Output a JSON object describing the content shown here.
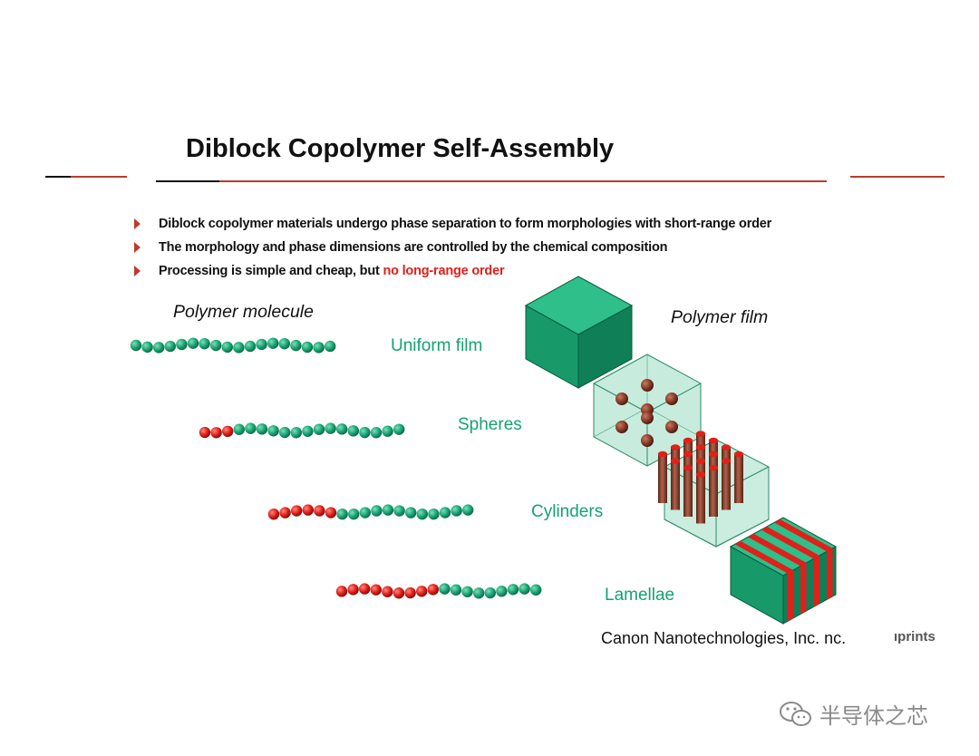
{
  "slide": {
    "title": "Diblock Copolymer Self-Assembly",
    "bullets": [
      {
        "text": "Diblock copolymer materials undergo phase separation to form morphologies with short-range order",
        "highlight": ""
      },
      {
        "text": "The morphology and phase dimensions are controlled by the chemical composition",
        "highlight": ""
      },
      {
        "text": "Processing is simple and cheap, but ",
        "highlight": "no long-range order"
      }
    ],
    "polymer_molecule_label": "Polymer molecule",
    "polymer_film_label": "Polymer film",
    "morphologies": [
      {
        "label": "Uniform film",
        "red_beads": 0,
        "green_beads": 18
      },
      {
        "label": "Spheres",
        "red_beads": 3,
        "green_beads": 15
      },
      {
        "label": "Cylinders",
        "red_beads": 6,
        "green_beads": 12
      },
      {
        "label": "Lamellae",
        "red_beads": 9,
        "green_beads": 9
      }
    ],
    "credit": "Canon Nanotechnologies, Inc.  nc.",
    "cut_text": "ıprints"
  },
  "watermark": {
    "text": "半导体之芯",
    "icon": "wechat-icon"
  },
  "colors": {
    "accent_red": "#e0201a",
    "bead_green": "#1aa676",
    "label_green": "#13a36f",
    "cube_green": "#168f5f",
    "sphere_brown": "#8b3a2a"
  }
}
